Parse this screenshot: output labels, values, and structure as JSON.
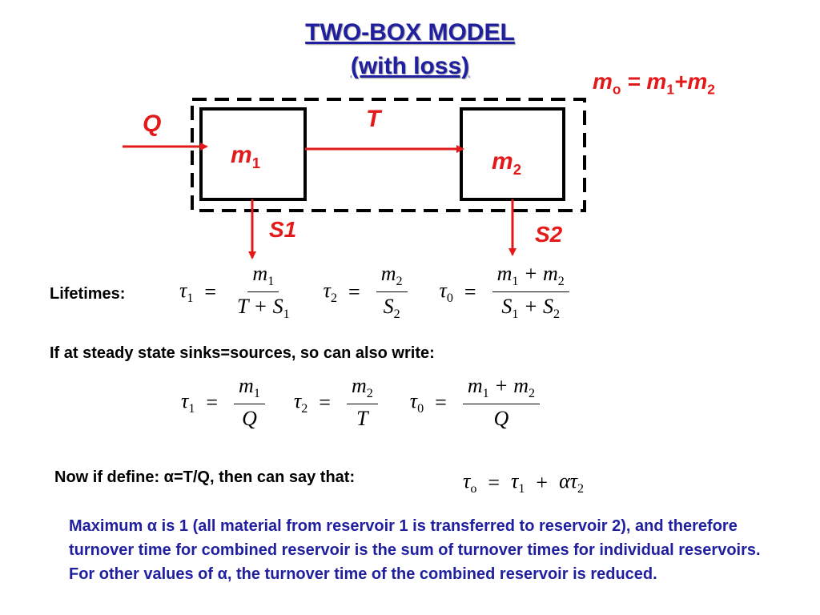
{
  "title": {
    "line1": "TWO-BOX MODEL",
    "line2": "(with loss)"
  },
  "mass_relation": {
    "m": "m",
    "sub_o": "o",
    "eq": " = m",
    "sub1": "1",
    "plus": "+m",
    "sub2": "2"
  },
  "diagram": {
    "input_label": "Q",
    "transfer_label": "T",
    "box1": {
      "m": "m",
      "sub": "1"
    },
    "box2": {
      "m": "m",
      "sub": "2"
    },
    "sink1_label": "S1",
    "sink2_label": "S2"
  },
  "lifetimes_label": "Lifetimes:",
  "steady_state_text": "If at steady state sinks=sources, so can also write:",
  "alpha_text": "Now if define: α=T/Q, then can say that:",
  "paragraph": "Maximum α is 1 (all material from reservoir 1 is transferred to reservoir 2), and therefore turnover time for combined reservoir is the sum of turnover times for individual reservoirs.  For other values of α, the turnover time of the combined reservoir is reduced.",
  "colors": {
    "title": "#1f1fa0",
    "accent_red": "#e41a1a",
    "paragraph": "#1f1fa0"
  }
}
